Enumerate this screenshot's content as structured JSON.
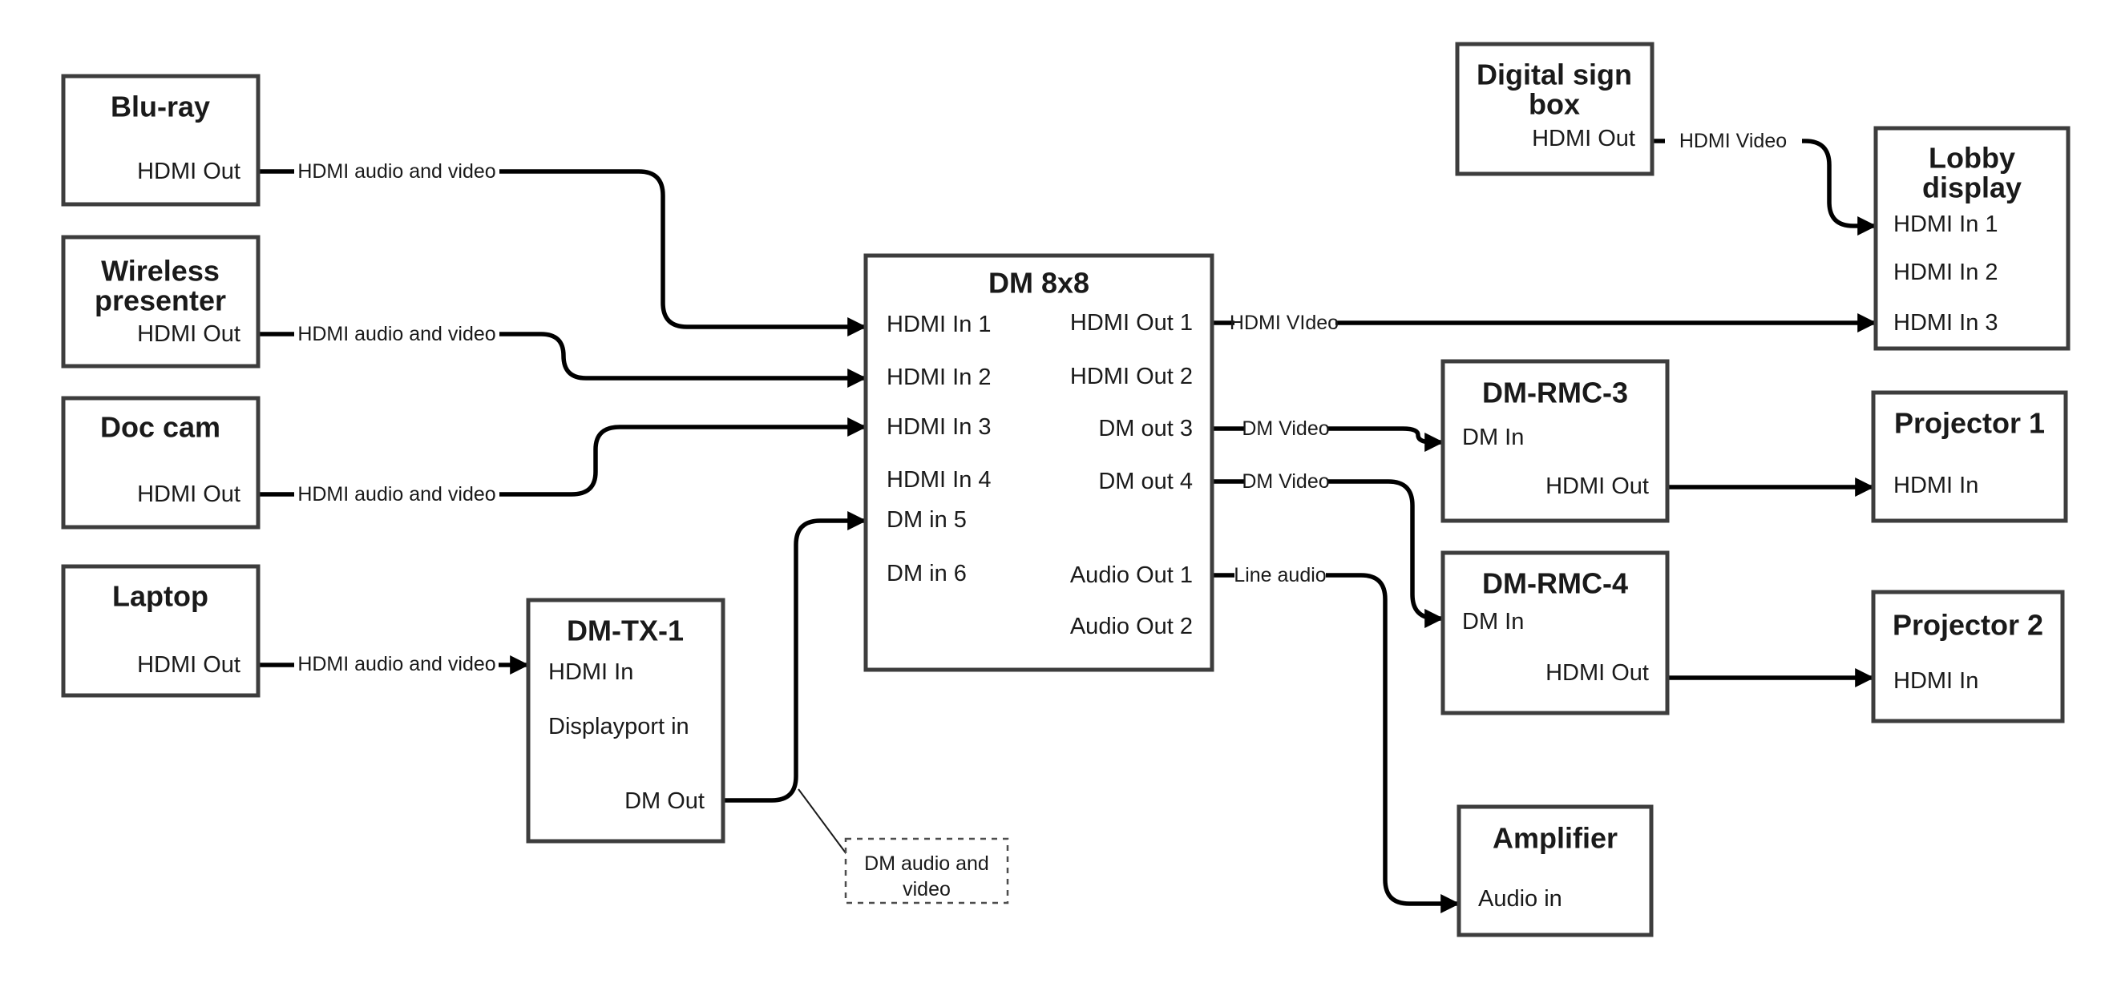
{
  "colors": {
    "line": "#000000",
    "box_border": "#3d3d3d",
    "text": "#1a1a1a",
    "background": "#ffffff"
  },
  "boxes": {
    "bluray": {
      "title": "Blu-ray",
      "port_out": "HDMI Out"
    },
    "wireless": {
      "title_line1": "Wireless",
      "title_line2": "presenter",
      "port_out": "HDMI Out"
    },
    "doccam": {
      "title": "Doc cam",
      "port_out": "HDMI Out"
    },
    "laptop": {
      "title": "Laptop",
      "port_out": "HDMI Out"
    },
    "dmtx1": {
      "title": "DM-TX-1",
      "port_in1": "HDMI In",
      "port_in2": "Displayport in",
      "port_out": "DM Out"
    },
    "dm8x8": {
      "title": "DM 8x8",
      "in1": "HDMI In 1",
      "in2": "HDMI In 2",
      "in3": "HDMI In 3",
      "in4": "HDMI In 4",
      "in5": "DM in 5",
      "in6": "DM in 6",
      "out1": "HDMI Out 1",
      "out2": "HDMI Out 2",
      "out3": "DM out 3",
      "out4": "DM out 4",
      "audio1": "Audio Out 1",
      "audio2": "Audio Out 2"
    },
    "digitalsign": {
      "title_line1": "Digital sign",
      "title_line2": "box",
      "port_out": "HDMI Out"
    },
    "lobby": {
      "title_line1": "Lobby",
      "title_line2": "display",
      "in1": "HDMI In 1",
      "in2": "HDMI In 2",
      "in3": "HDMI In 3"
    },
    "dmrmc3": {
      "title": "DM-RMC-3",
      "port_in": "DM In",
      "port_out": "HDMI Out"
    },
    "proj1": {
      "title": "Projector 1",
      "port_in": "HDMI In"
    },
    "dmrmc4": {
      "title": "DM-RMC-4",
      "port_in": "DM In",
      "port_out": "HDMI Out"
    },
    "proj2": {
      "title": "Projector 2",
      "port_in": "HDMI In"
    },
    "amp": {
      "title": "Amplifier",
      "port_in": "Audio in"
    }
  },
  "edge_labels": {
    "bluray": "HDMI audio and video",
    "wireless": "HDMI audio and video",
    "doccam": "HDMI audio and video",
    "laptop": "HDMI audio and video",
    "out1": "HDMI VIdeo",
    "out3": "DM Video",
    "out4": "DM Video",
    "audio1": "Line audio",
    "sign": "HDMI Video",
    "callout_line1": "DM audio and",
    "callout_line2": "video"
  }
}
